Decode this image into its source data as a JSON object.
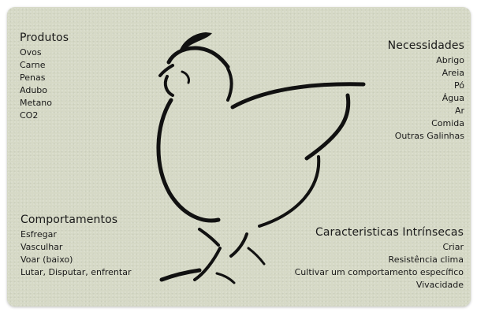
{
  "produtos": {
    "title": "Produtos",
    "items": [
      "Ovos",
      "Carne",
      "Penas",
      "Adubo",
      "Metano",
      "CO2"
    ]
  },
  "necessidades": {
    "title": "Necessidades",
    "items": [
      "Abrigo",
      "Areia",
      "Pó",
      "Água",
      "Ar",
      "Comida",
      "Outras Galinhas"
    ]
  },
  "comportamentos": {
    "title": "Comportamentos",
    "items": [
      "Esfregar",
      "Vasculhar",
      "Voar (baixo)",
      "Lutar, Disputar, enfrentar"
    ]
  },
  "caracteristicas": {
    "title": "Caracteristicas Intrínsecas",
    "items": [
      "Criar",
      "Resistência clima",
      "Cultivar um comportamento específico",
      "Vivacidade"
    ]
  },
  "colors": {
    "background": "#d6d9c6",
    "ink": "#111111"
  },
  "illustration": "hen-silhouette"
}
